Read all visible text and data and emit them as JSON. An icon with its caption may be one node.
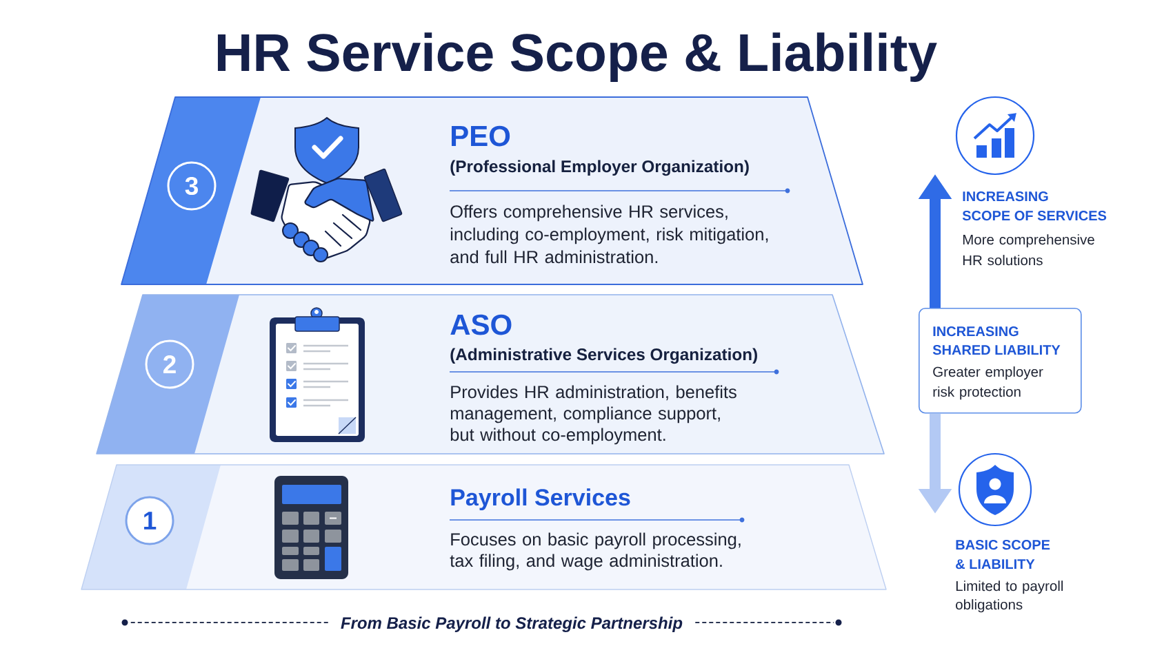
{
  "diagram": {
    "title": "HR Service Scope & Liability",
    "nodes": [
      {
        "text": [
          "PEO",
          "(Professional Employer Organization)",
          "Offers comprehensive HR services, including co-employment, risk mitigation, and full HR administration."
        ]
      },
      {
        "text": [
          "3"
        ],
        "in": 0
      },
      {
        "text": [
          "ASO",
          "(Administrative Services Organization)",
          "Provides HR administration, benefits management, compliance support, but without co-employment."
        ]
      },
      {
        "text": [
          "2"
        ],
        "in": 2
      },
      {
        "text": [
          "Payroll Services",
          "Focuses on basic payroll processing, tax filing, and wage administration."
        ]
      },
      {
        "text": [
          "1"
        ],
        "in": 4
      },
      {
        "text": [
          "INCREASING SHARED LIABILITY",
          "Greater employer risk protection"
        ]
      }
    ],
    "edges": [
      {
        "from": 6,
        "to": null,
        "arrow": "to"
      },
      {
        "from": 6,
        "to": null,
        "arrow": "to",
        "color": "#b3c9f4"
      }
    ],
    "labels": [
      "INCREASING SCOPE OF SERVICES",
      "More comprehensive HR solutions",
      "BASIC SCOPE & LIABILITY",
      "Limited to payroll obligations"
    ],
    "caption": "From Basic Payroll to Strategic Partnership"
  }
}
